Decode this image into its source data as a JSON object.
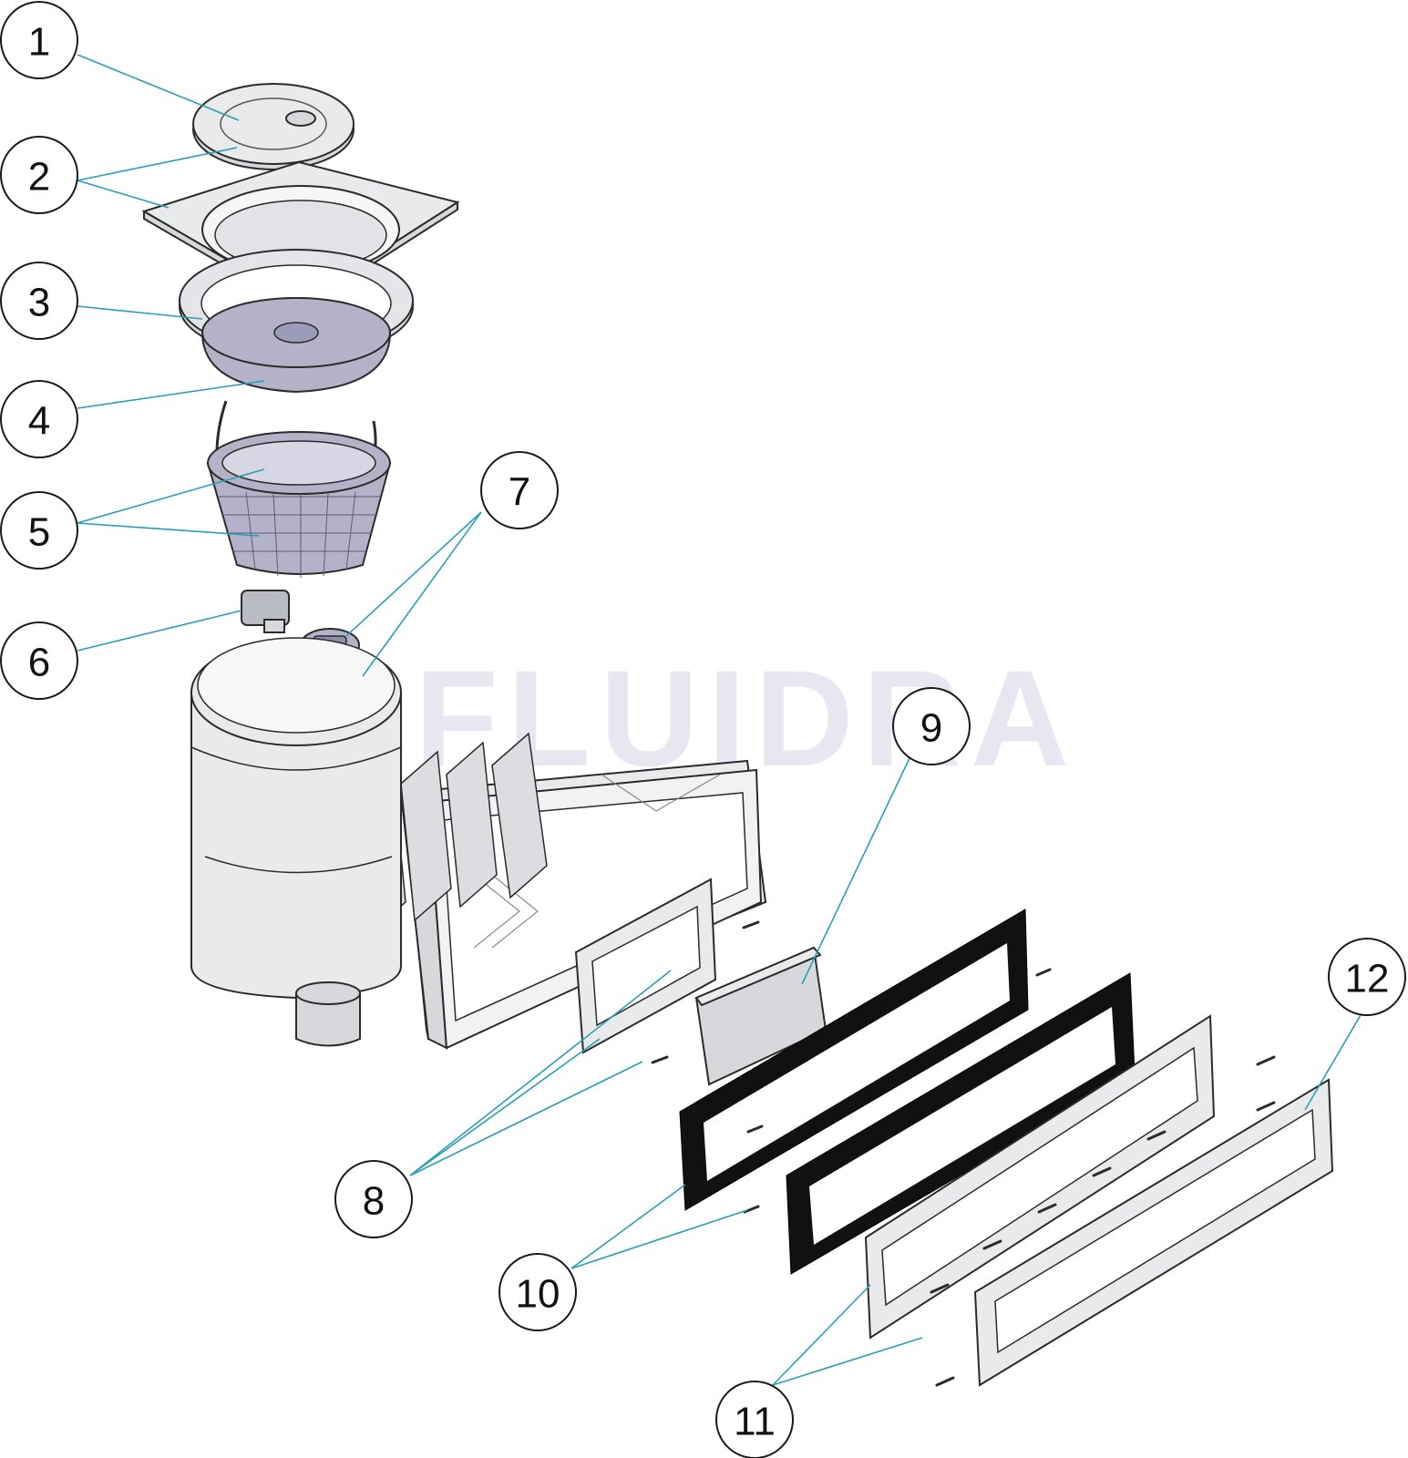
{
  "watermark": {
    "text": "FLUIDRA"
  },
  "callouts": [
    {
      "id": "1",
      "label": "1"
    },
    {
      "id": "2",
      "label": "2"
    },
    {
      "id": "3",
      "label": "3"
    },
    {
      "id": "4",
      "label": "4"
    },
    {
      "id": "5",
      "label": "5"
    },
    {
      "id": "6",
      "label": "6"
    },
    {
      "id": "7",
      "label": "7"
    },
    {
      "id": "8",
      "label": "8"
    },
    {
      "id": "9",
      "label": "9"
    },
    {
      "id": "10",
      "label": "10"
    },
    {
      "id": "11",
      "label": "11"
    },
    {
      "id": "12",
      "label": "12"
    }
  ],
  "colors": {
    "leader": "#2a9fb3",
    "part_light": "#e9eaec",
    "part_blue": "#b3b2c9",
    "gasket": "#111111"
  }
}
